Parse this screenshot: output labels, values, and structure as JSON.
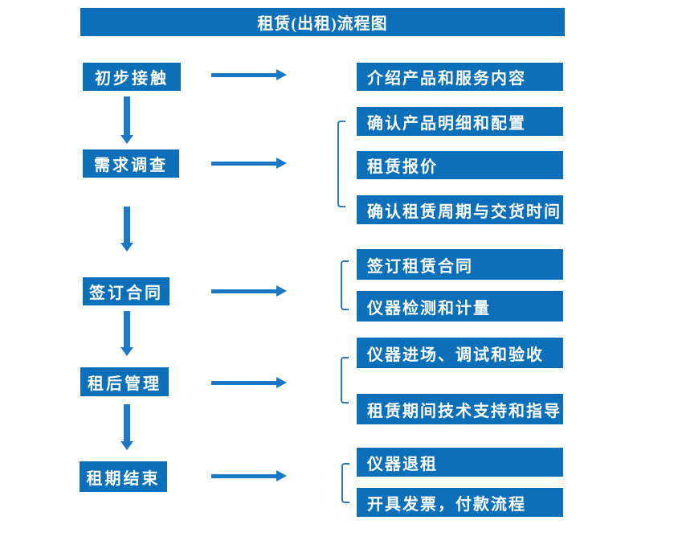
{
  "title": "租赁(出租)流程图",
  "colors": {
    "box_blue": "#0b70b9",
    "arrow_blue": "#1a78c4",
    "bracket_blue": "#2e75b6",
    "text_white": "#ffffff",
    "background": "#ffffff"
  },
  "steps": [
    {
      "label": "初步接触",
      "outputs": [
        "介绍产品和服务内容"
      ]
    },
    {
      "label": "需求调查",
      "outputs": [
        "确认产品明细和配置",
        "租赁报价",
        "确认租赁周期与交货时间"
      ]
    },
    {
      "label": "签订合同",
      "outputs": [
        "签订租赁合同",
        "仪器检测和计量"
      ]
    },
    {
      "label": "租后管理",
      "outputs": [
        "仪器进场、调试和验收",
        "租赁期间技术支持和指导"
      ]
    },
    {
      "label": "租期结束",
      "outputs": [
        "仪器退租",
        "开具发票，付款流程"
      ]
    }
  ]
}
